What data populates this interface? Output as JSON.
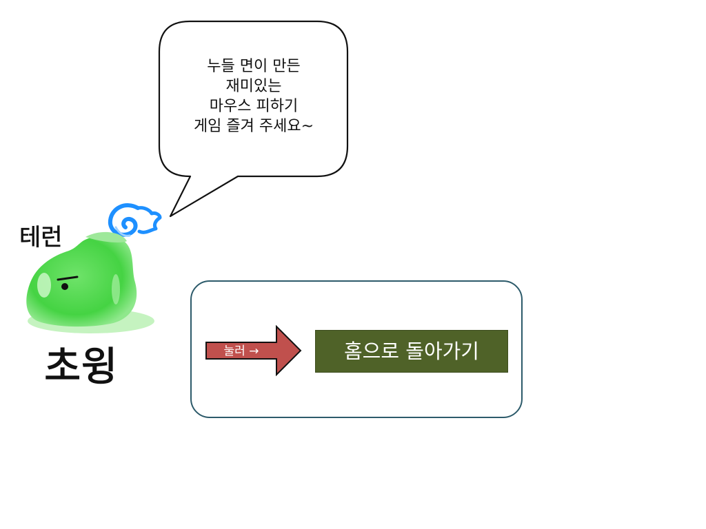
{
  "speech_bubble": {
    "lines": [
      "누들 면이 만든",
      "재미있는",
      "마우스 피하기",
      "게임 즐겨 주세요~"
    ]
  },
  "mascot": {
    "name_text": "테런",
    "greeting_text": "초윙",
    "body_color": "#4cd84c",
    "swirl_color": "#1e90ff"
  },
  "navigation": {
    "arrow_label": "눌러 →",
    "arrow_color": "#c0504d",
    "home_button_label": "홈으로 돌아가기",
    "home_button_color": "#4f6228",
    "panel_border_color": "#2c5a6a"
  }
}
